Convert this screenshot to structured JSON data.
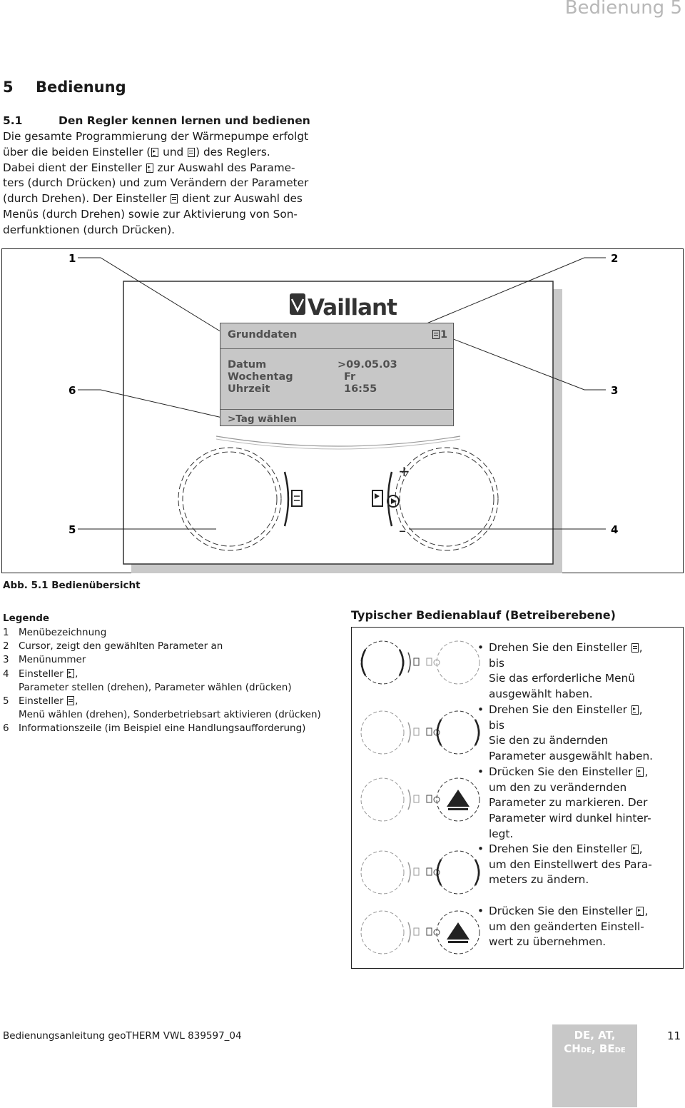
{
  "page_header": {
    "running_title": "Bedienung 5"
  },
  "section": {
    "number": "5",
    "title": "Bedienung"
  },
  "subsection": {
    "number": "5.1",
    "title": "Den Regler kennen lernen und bedienen"
  },
  "intro": {
    "l1": "Die gesamte Programmierung der Wärmepumpe erfolgt",
    "l2a": "über die beiden Einsteller (",
    "l2b": " und ",
    "l2c": ") des Reglers.",
    "l3a": "Dabei dient der Einsteller ",
    "l3b": " zur Auswahl des Parame-",
    "l4": "ters (durch Drücken) und zum Verändern der Parameter",
    "l5a": "(durch Drehen). Der Einsteller ",
    "l5b": " dient zur Auswahl des",
    "l6": "Menüs (durch Drehen) sowie zur Aktivierung von Son-",
    "l7": "derfunktionen (durch Drücken)."
  },
  "figure": {
    "callouts": {
      "c1": "1",
      "c2": "2",
      "c3": "3",
      "c4": "4",
      "c5": "5",
      "c6": "6"
    },
    "brand": "Vaillant",
    "lcd": {
      "menu_name": "Grunddaten",
      "menu_number": "1",
      "rows": [
        {
          "label": "Datum",
          "value": ">09.05.03"
        },
        {
          "label": "Wochentag",
          "value": "Fr"
        },
        {
          "label": "Uhrzeit",
          "value": "16:55"
        }
      ],
      "info_line": ">Tag wählen"
    },
    "dial_plus": "+",
    "dial_minus": "–"
  },
  "caption": "Abb. 5.1 Bedienübersicht",
  "legend": {
    "title": "Legende",
    "items": [
      {
        "n": "1",
        "text": "Menübezeichnung"
      },
      {
        "n": "2",
        "text": "Cursor, zeigt den gewählten Parameter an"
      },
      {
        "n": "3",
        "text": "Menünummer"
      },
      {
        "n": "4",
        "text": "Einsteller",
        "suffix": ",",
        "text2": "Parameter stellen (drehen), Parameter wählen (drücken)"
      },
      {
        "n": "5",
        "text": "Einsteller",
        "suffix": ",",
        "text2": "Menü wählen (drehen), Sonderbetriebsart aktivieren (drücken)"
      },
      {
        "n": "6",
        "text": "Informationszeile (im Beispiel eine Handlungsaufforderung)"
      }
    ]
  },
  "operation": {
    "title": "Typischer Bedienablauf (Betreiberebene)",
    "steps": [
      {
        "lines": [
          "Drehen Sie den Einsteller",
          "bis",
          "Sie das erforderliche Menü",
          "ausgewählt haben."
        ],
        "icon": "menu"
      },
      {
        "lines": [
          "Drehen Sie den Einsteller",
          "bis",
          "Sie den zu ändernden",
          "Parameter ausgewählt haben."
        ],
        "icon": "par"
      },
      {
        "lines": [
          "Drücken Sie den Einsteller",
          "um den zu verändernden",
          "Parameter zu markieren. Der",
          "Parameter wird dunkel hinter-",
          "legt."
        ],
        "icon": "par"
      },
      {
        "lines": [
          "Drehen Sie den Einsteller",
          "um den Einstellwert des Para-",
          "meters zu ändern."
        ],
        "icon": "par"
      },
      {
        "lines": [
          "Drücken Sie den Einsteller",
          "um den geänderten Einstell-",
          "wert zu übernehmen."
        ],
        "icon": "par"
      }
    ]
  },
  "footer": {
    "doc": "Bedienungsanleitung geoTHERM VWL 839597_04",
    "countries_l1": "DE, AT,",
    "countries_l2a": "CH",
    "countries_l2b": "DE",
    "countries_l2c": ", BE",
    "countries_l2d": "DE",
    "page": "11"
  }
}
